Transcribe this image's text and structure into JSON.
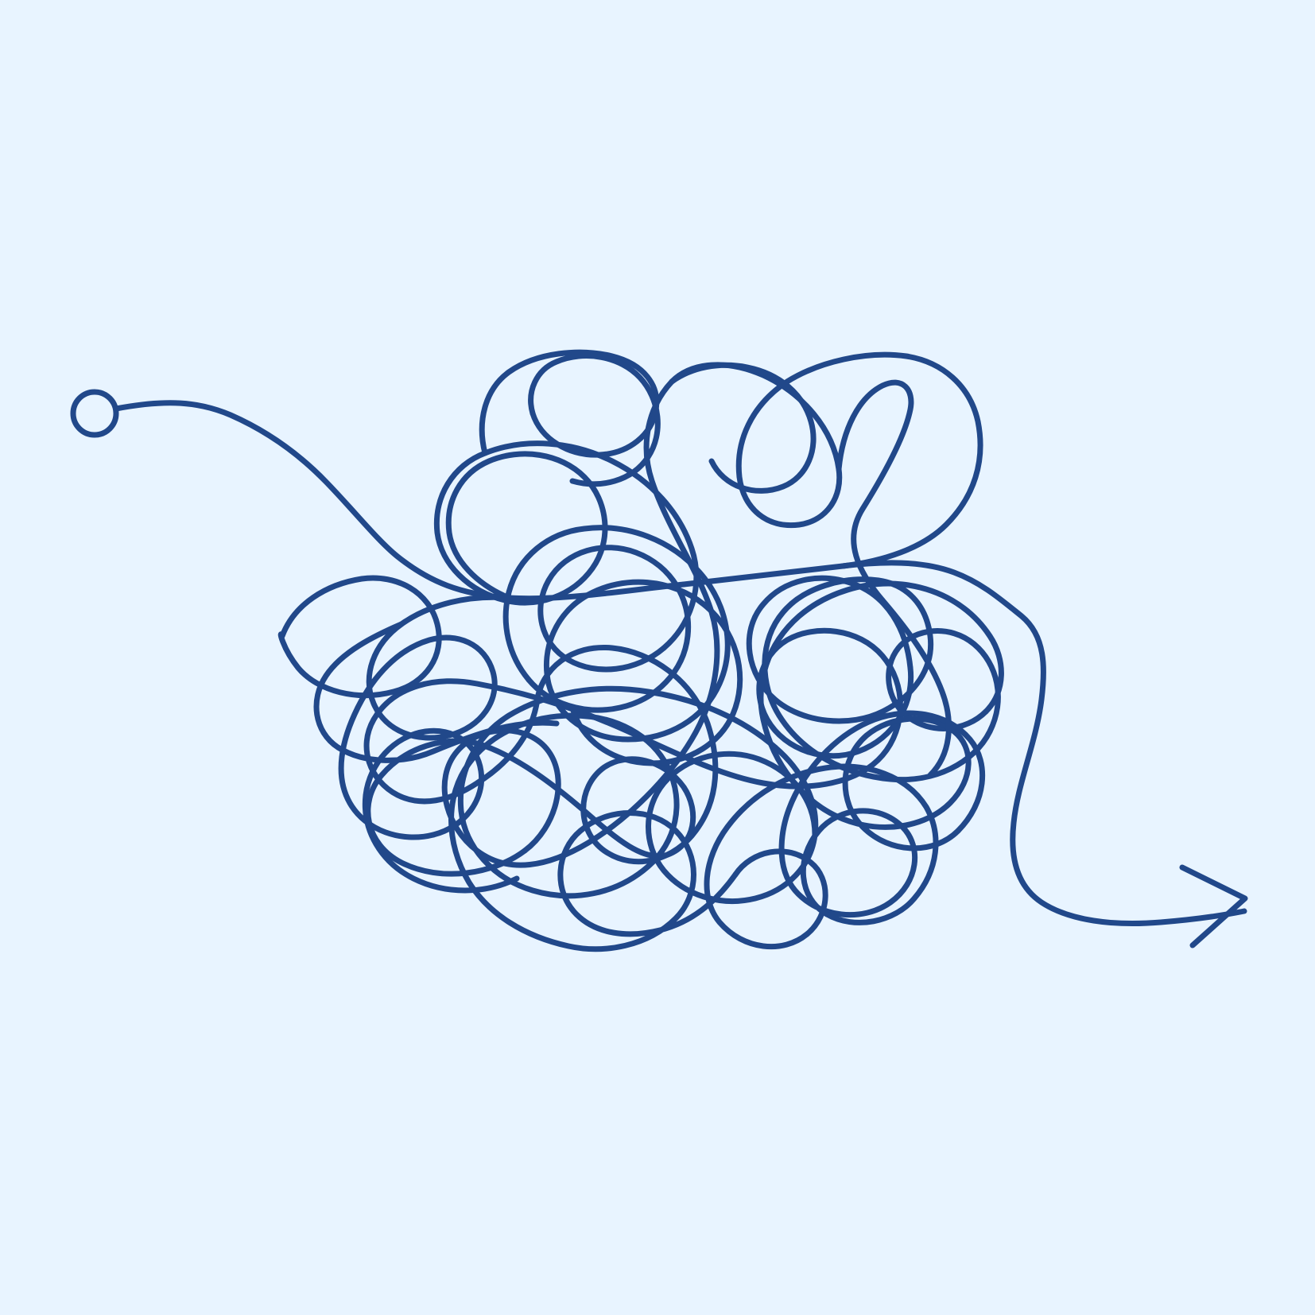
{
  "illustration": {
    "subject": "tangled-line",
    "start_marker": "circle",
    "end_marker": "arrowhead"
  },
  "colors": {
    "background": "#e8f4ff",
    "line": "#21488a"
  }
}
